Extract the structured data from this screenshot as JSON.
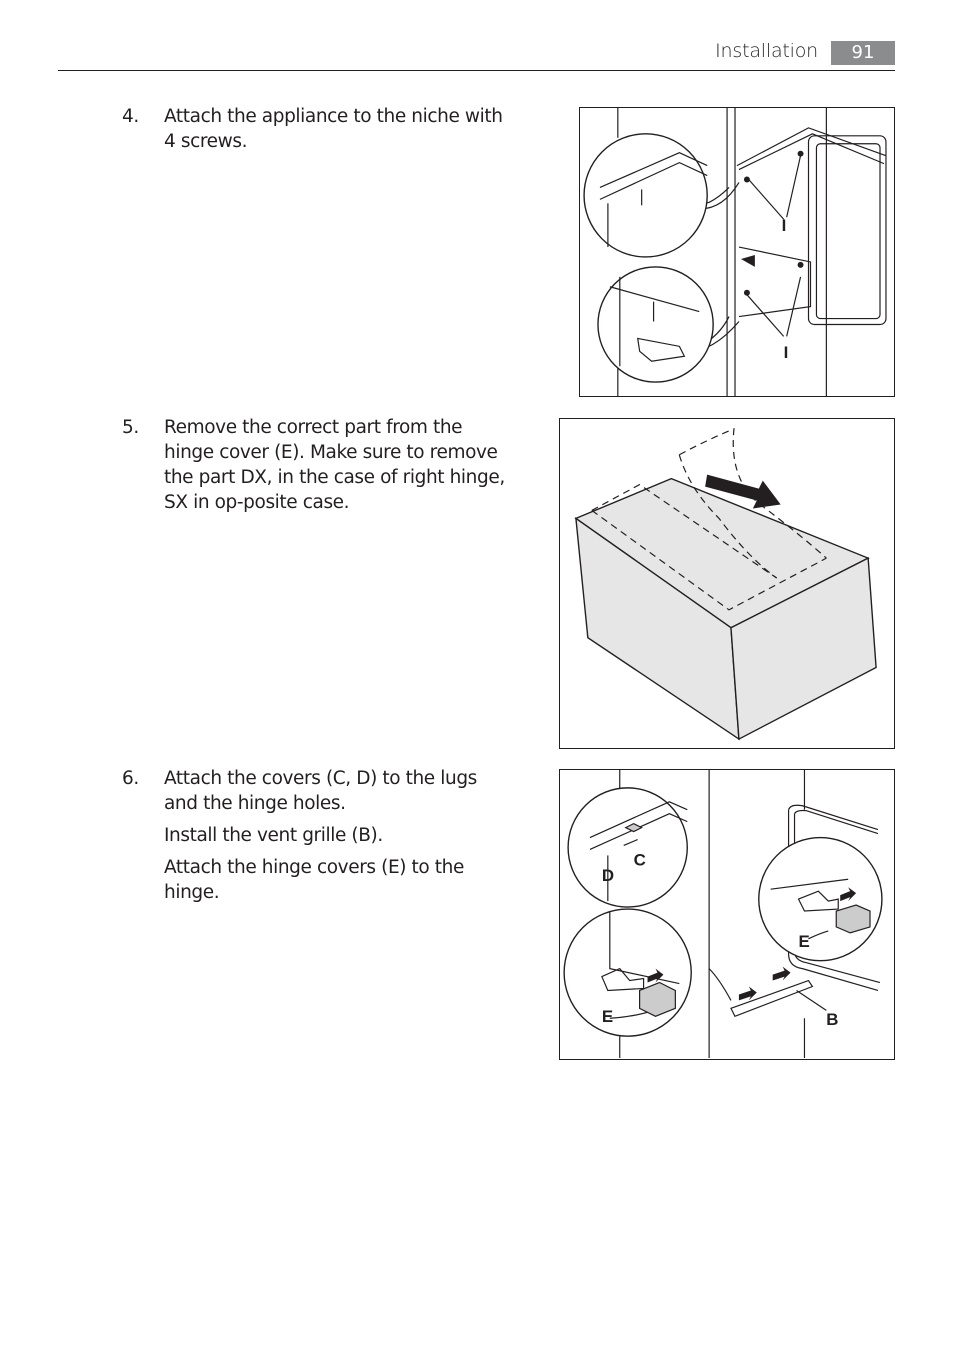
{
  "header": {
    "section": "Installation",
    "page_number": "91"
  },
  "steps": [
    {
      "number": "4.",
      "paragraphs": [
        "Attach the appliance to the niche with 4 screws."
      ],
      "figure": {
        "callouts": [
          "I",
          "I"
        ]
      }
    },
    {
      "number": "5.",
      "paragraphs": [
        "Remove the correct part from the hinge cover (E). Make sure to remove the part DX, in the case of right hinge, SX in op-posite case."
      ]
    },
    {
      "number": "6.",
      "paragraphs": [
        "Attach the covers (C, D) to the lugs and the hinge holes.",
        "Install the vent grille (B).",
        "Attach the hinge covers (E) to the hinge."
      ],
      "figure": {
        "callouts": [
          "C",
          "D",
          "E",
          "E",
          "B"
        ]
      }
    }
  ]
}
